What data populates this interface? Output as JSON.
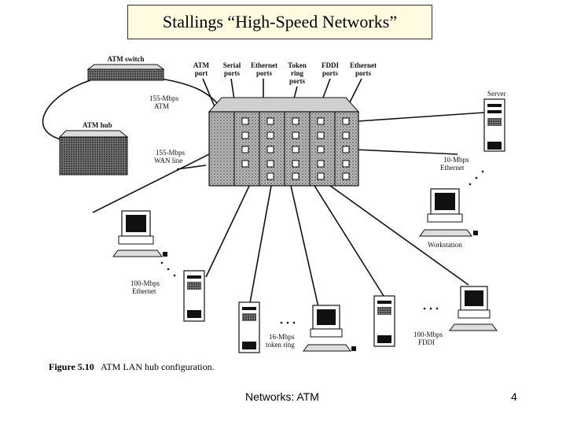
{
  "title": "Stallings “High-Speed Networks”",
  "ports": {
    "atm": [
      "ATM",
      "port"
    ],
    "serial": [
      "Serial",
      "ports"
    ],
    "ethernet": [
      "Ethernet",
      "ports"
    ],
    "token": [
      "Token",
      "ring",
      "ports"
    ],
    "fddi": [
      "FDDI",
      "ports"
    ],
    "ethernet2": [
      "Ethernet",
      "ports"
    ]
  },
  "labels": {
    "atm_switch": "ATM switch",
    "atm_hub": "ATM hub",
    "atm155": [
      "155-Mbps",
      "ATM"
    ],
    "wan155": [
      "155-Mbps",
      "WAN line"
    ],
    "server": "Server",
    "eth10": [
      "10-Mbps",
      "Ethernet"
    ],
    "workstation": "Workstation",
    "eth100": [
      "100-Mbps",
      "Ethernet"
    ],
    "token16": [
      "16-Mbps",
      "token ring"
    ],
    "fddi100": [
      "100-Mbps",
      "FDDI"
    ]
  },
  "caption": {
    "number": "Figure 5.10",
    "text": "ATM LAN hub configuration."
  },
  "footer": {
    "center": "Networks: ATM",
    "page": "4"
  }
}
